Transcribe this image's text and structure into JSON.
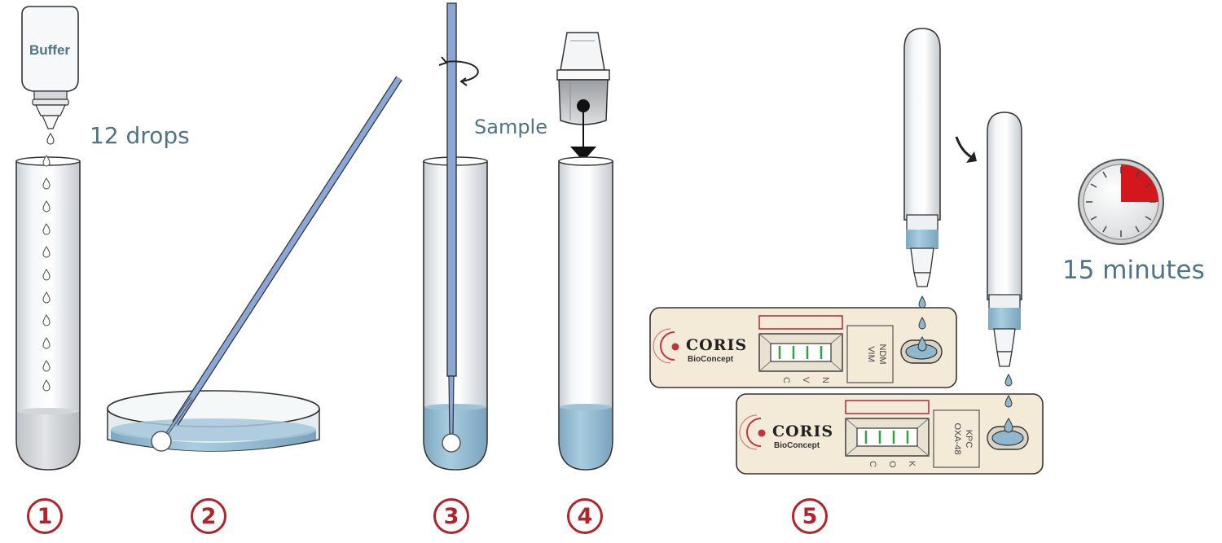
{
  "labels": {
    "buffer": "Buffer",
    "drops": "12 drops",
    "sample": "Sample",
    "duration": "15 minutes"
  },
  "steps": [
    "1",
    "2",
    "3",
    "4",
    "5"
  ],
  "cassettes": [
    {
      "brand": "CORIS",
      "sub": "BioConcept",
      "targets": [
        "VIM",
        "NDM"
      ],
      "lines": [
        "C",
        "V",
        "N"
      ]
    },
    {
      "brand": "CORIS",
      "sub": "BioConcept",
      "targets": [
        "OXA-48",
        "KPC"
      ],
      "lines": [
        "C",
        "O",
        "K"
      ]
    }
  ],
  "timer": {
    "elapsed_fraction": 0.25
  },
  "colors": {
    "accent": "#b3232b",
    "liquid": "#8fb8cf",
    "stick": "#8aa7d6",
    "label_text": "#4f7488",
    "cassette": "#f3ead8"
  }
}
